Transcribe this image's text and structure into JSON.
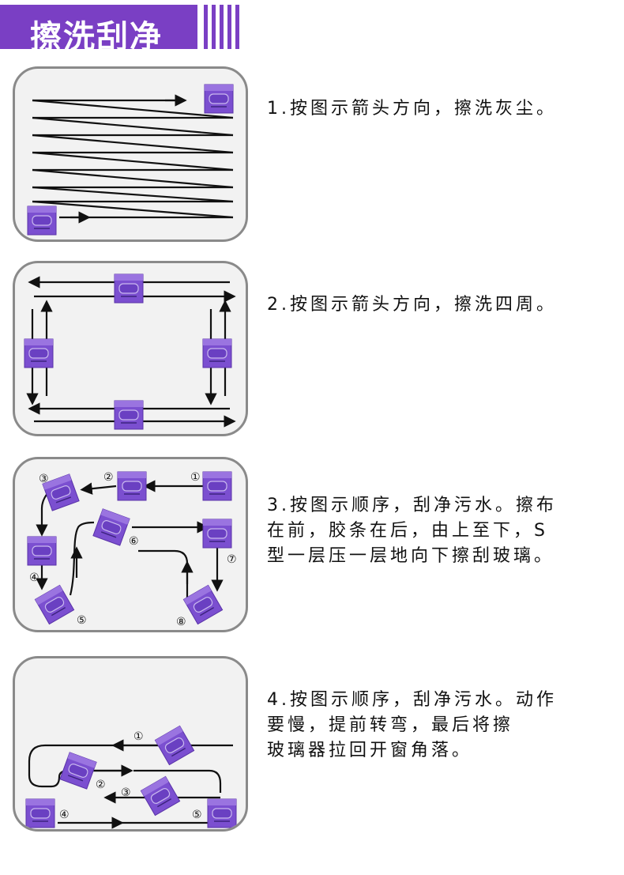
{
  "header": {
    "title": "擦洗刮净"
  },
  "steps": [
    {
      "lines": [
        "1.按图示箭头方向，擦洗灰尘。"
      ]
    },
    {
      "lines": [
        "2.按图示箭头方向，擦洗四周。"
      ]
    },
    {
      "lines": [
        "3.按图示顺序，刮净污水。擦布",
        " 在前，胶条在后，由上至下，S",
        " 型一层压一层地向下擦刮玻璃。"
      ]
    },
    {
      "lines": [
        "4.按图示顺序，刮净污水。动作",
        " 要慢，提前转弯，最后将擦",
        " 玻璃器拉回开窗角落。"
      ]
    }
  ],
  "diagram3_labels": [
    "①",
    "②",
    "③",
    "④",
    "⑤",
    "⑥",
    "⑦",
    "⑧"
  ],
  "diagram4_labels": [
    "①",
    "②",
    "③",
    "④",
    "⑤"
  ],
  "colors": {
    "accent": "#7a3fc4",
    "device": "#7b4fd0",
    "panel_border": "#8a8a8a"
  }
}
